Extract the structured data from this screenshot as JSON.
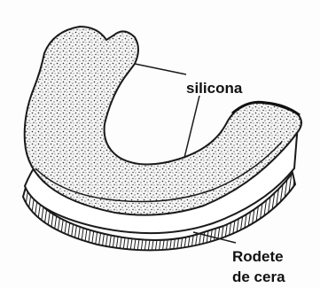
{
  "diagram": {
    "labels": {
      "silicona": "silicona",
      "rodete_line1": "Rodete",
      "rodete_line2": "de cera"
    },
    "colors": {
      "ink": "#1a1a1a",
      "paper": "#fdfdfd",
      "stipple": "#2a2a2a"
    }
  }
}
